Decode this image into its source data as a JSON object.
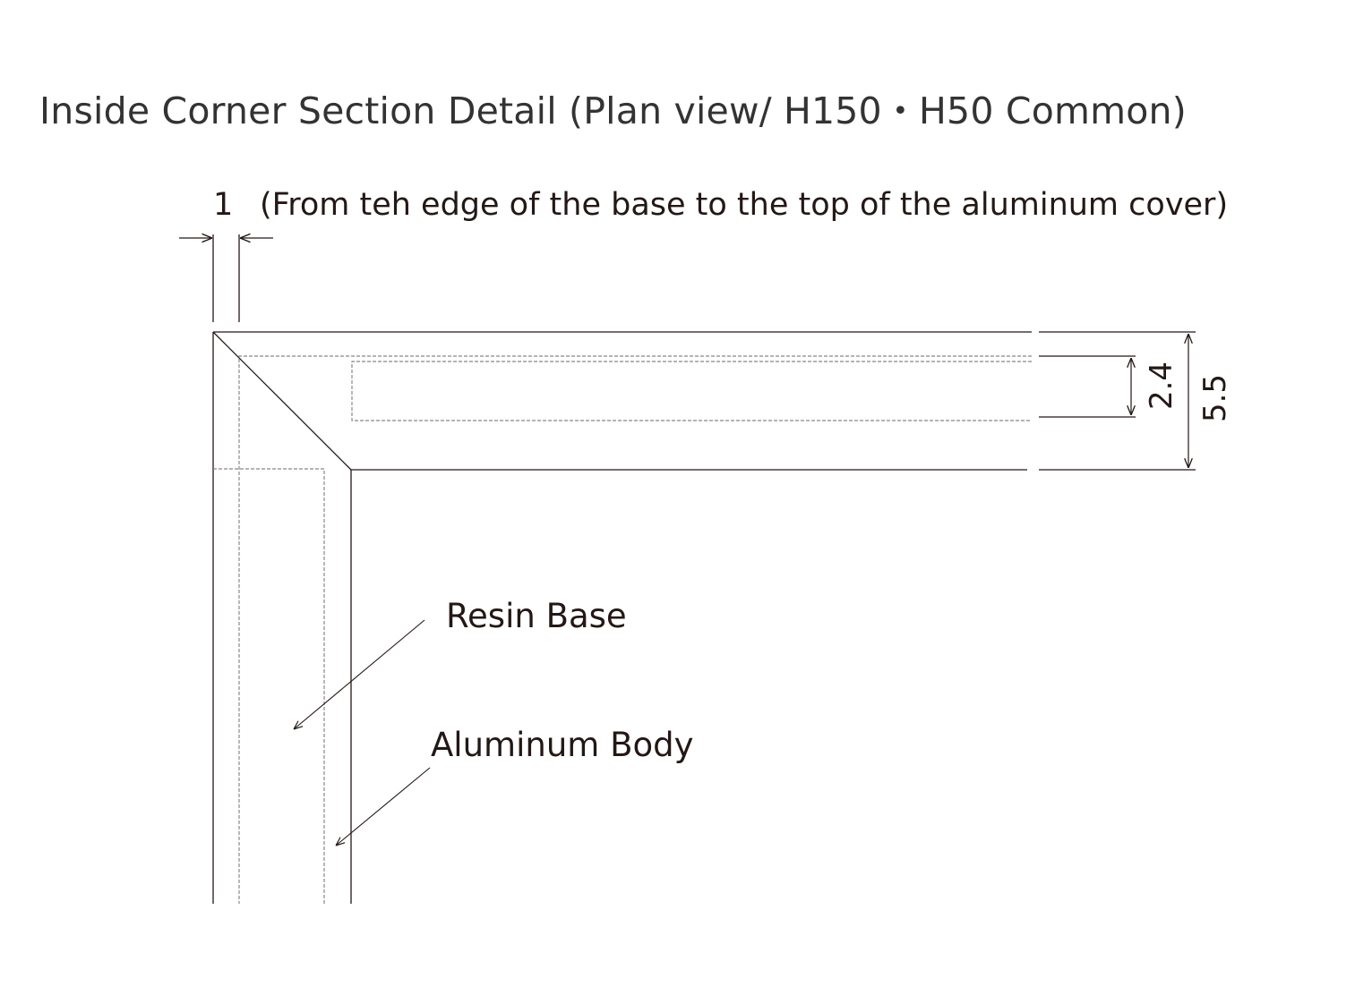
{
  "title": "Inside Corner Section Detail (Plan view/ H150・H50 Common)",
  "dimensions": {
    "edge_offset": "1",
    "edge_offset_note": "(From teh edge of the base to the top of the aluminum cover)",
    "inner_height": "2.4",
    "total_height": "5.5"
  },
  "labels": {
    "resin_base": "Resin Base",
    "aluminum_body": "Aluminum Body"
  },
  "colors": {
    "line": "#231815",
    "dashed": "#888888"
  }
}
